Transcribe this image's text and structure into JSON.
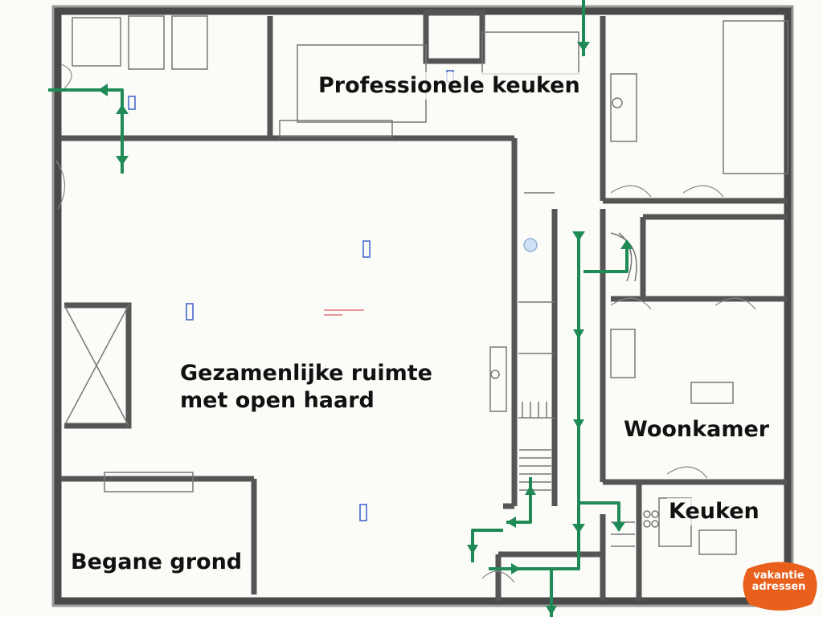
{
  "rooms": {
    "professional_kitchen": "Professionele keuken",
    "common_room_line1": "Gezamenlijke ruimte",
    "common_room_line2": "met open haard",
    "living_room": "Woonkamer",
    "kitchen": "Keuken",
    "floor": "Begane grond"
  },
  "logo": {
    "line1": "vakantie",
    "line2": "adressen",
    "color": "#e8601c"
  },
  "colors": {
    "wall": "#4a4a4a",
    "wall_fill": "#b9b9b9",
    "escape_route": "#1f8a55",
    "fixture_blue": "#3a5fc8",
    "annotation_red": "#d23a3a"
  }
}
